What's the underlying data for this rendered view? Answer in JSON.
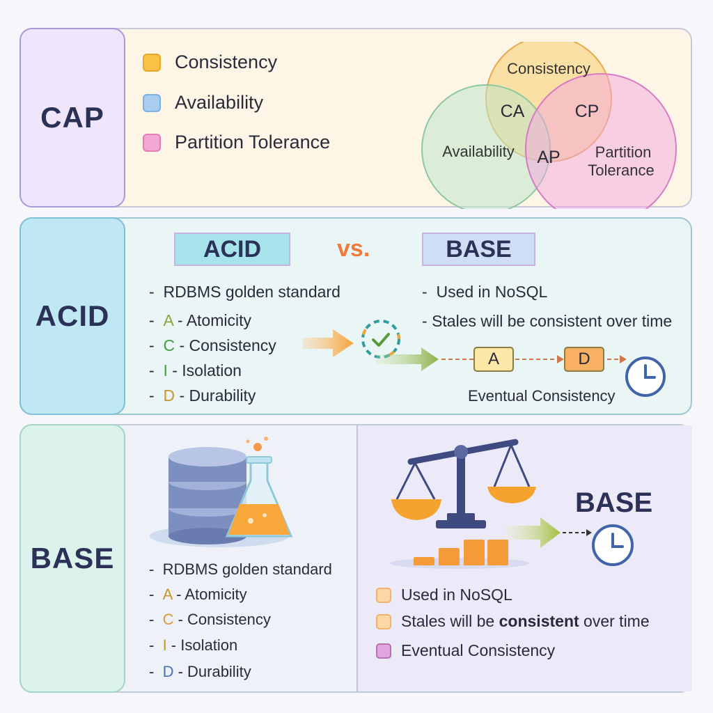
{
  "cap": {
    "tab_label": "CAP",
    "legend": [
      {
        "label": "Consistency",
        "color": "#f8c244"
      },
      {
        "label": "Availability",
        "color": "#a9cdf0"
      },
      {
        "label": "Partition Tolerance",
        "color": "#f3a7d3"
      }
    ],
    "venn": {
      "consistency": "Consistency",
      "availability": "Availability",
      "partition_line1": "Partition",
      "partition_line2": "Tolerance",
      "ca": "CA",
      "cp": "CP",
      "ap": "AP"
    }
  },
  "acid": {
    "tab_label": "ACID",
    "head_left": "ACID",
    "vs": "vs.",
    "head_right": "BASE",
    "left_list": {
      "intro": "RDBMS golden standard",
      "items": [
        {
          "letter": "A",
          "rest": " - Atomicity",
          "color": "#8aa83a"
        },
        {
          "letter": "C",
          "rest": " - Consistency",
          "color": "#4a9a48"
        },
        {
          "letter": "I",
          "rest": " - Isolation",
          "color": "#4a9a48"
        },
        {
          "letter": "D",
          "rest": " - Durability",
          "color": "#c6972b"
        }
      ]
    },
    "right_list": [
      "Used in NoSQL",
      "Stales will be consistent over time"
    ],
    "flow_boxes": [
      "A",
      "D"
    ],
    "flow_caption": "Eventual Consistency"
  },
  "base": {
    "tab_label": "BASE",
    "left_list": {
      "intro": "RDBMS golden standard",
      "items": [
        {
          "letter": "A",
          "rest": " - Atomicity",
          "color": "#c6972b"
        },
        {
          "letter": "C",
          "rest": " - Consistency",
          "color": "#d59a3a"
        },
        {
          "letter": "I",
          "rest": " - Isolation",
          "color": "#c6972b"
        },
        {
          "letter": "D",
          "rest": " - Durability",
          "color": "#4a6fc0"
        }
      ]
    },
    "right_title": "BASE",
    "checklist": [
      {
        "pre": "Used in NoSQL",
        "bold": "",
        "post": "",
        "color": "#fbd7a8"
      },
      {
        "pre": "Stales will be ",
        "bold": "consistent",
        "post": " over time",
        "color": "#fbd7a8"
      },
      {
        "pre": "Eventual Consistency",
        "bold": "",
        "post": "",
        "color": "#e3a5e0"
      }
    ]
  }
}
